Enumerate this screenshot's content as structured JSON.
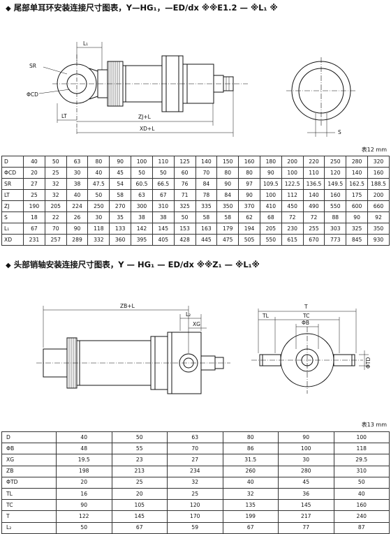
{
  "section1": {
    "bullet": "◆",
    "title": "尾部单耳环安装连接尺寸图表，Y—HG₁，—ED/dx ※※E1.2 — ※L₁ ※",
    "drawing_labels": {
      "l1": "L₁",
      "sr": "SR",
      "cd": "ΦCD",
      "lt": "LT",
      "zj": "ZJ+L",
      "xd": "XD+L",
      "s": "S"
    },
    "caption": "表12  mm",
    "table": [
      {
        "label": "D",
        "values": [
          "40",
          "50",
          "63",
          "80",
          "90",
          "100",
          "110",
          "125",
          "140",
          "150",
          "160",
          "180",
          "200",
          "220",
          "250",
          "280",
          "320"
        ]
      },
      {
        "label": "ΦCD",
        "values": [
          "20",
          "25",
          "30",
          "40",
          "45",
          "50",
          "50",
          "60",
          "70",
          "80",
          "80",
          "90",
          "100",
          "110",
          "120",
          "140",
          "160"
        ]
      },
      {
        "label": "SR",
        "values": [
          "27",
          "32",
          "38",
          "47.5",
          "54",
          "60.5",
          "66.5",
          "76",
          "84",
          "90",
          "97",
          "109.5",
          "122.5",
          "136.5",
          "149.5",
          "162.5",
          "188.5"
        ]
      },
      {
        "label": "LT",
        "values": [
          "25",
          "32",
          "40",
          "50",
          "58",
          "63",
          "67",
          "71",
          "78",
          "84",
          "90",
          "100",
          "112",
          "140",
          "160",
          "175",
          "200"
        ]
      },
      {
        "label": "ZJ",
        "values": [
          "190",
          "205",
          "224",
          "250",
          "270",
          "300",
          "310",
          "325",
          "335",
          "350",
          "370",
          "410",
          "450",
          "490",
          "550",
          "600",
          "660"
        ]
      },
      {
        "label": "S",
        "values": [
          "18",
          "22",
          "26",
          "30",
          "35",
          "38",
          "38",
          "50",
          "58",
          "58",
          "62",
          "68",
          "72",
          "72",
          "88",
          "90",
          "92"
        ]
      },
      {
        "label": "L₁",
        "values": [
          "67",
          "70",
          "90",
          "118",
          "133",
          "142",
          "145",
          "153",
          "163",
          "179",
          "194",
          "205",
          "230",
          "255",
          "303",
          "325",
          "350"
        ]
      },
      {
        "label": "XD",
        "values": [
          "231",
          "257",
          "289",
          "332",
          "360",
          "395",
          "405",
          "428",
          "445",
          "475",
          "505",
          "550",
          "615",
          "670",
          "773",
          "845",
          "930"
        ]
      }
    ]
  },
  "section2": {
    "bullet": "◆",
    "title": "头部销轴安装连接尺寸图表，Y — HG₁ — ED/dx  ※※Z₁ — ※L₁※",
    "drawing_labels": {
      "zb": "ZB+L",
      "l2": "L₂",
      "xg": "XG",
      "t": "T",
      "tl": "TL",
      "tc": "TC",
      "b": "ΦB",
      "td": "ΦTD"
    },
    "caption": "表13  mm",
    "table": [
      {
        "label": "D",
        "values": [
          "40",
          "50",
          "63",
          "80",
          "90",
          "100"
        ]
      },
      {
        "label": "ΦB",
        "values": [
          "48",
          "55",
          "70",
          "86",
          "100",
          "118"
        ]
      },
      {
        "label": "XG",
        "values": [
          "19.5",
          "23",
          "27",
          "31.5",
          "30",
          "29.5"
        ]
      },
      {
        "label": "ZB",
        "values": [
          "198",
          "213",
          "234",
          "260",
          "280",
          "310"
        ]
      },
      {
        "label": "ΦTD",
        "values": [
          "20",
          "25",
          "32",
          "40",
          "45",
          "50"
        ]
      },
      {
        "label": "TL",
        "values": [
          "16",
          "20",
          "25",
          "32",
          "36",
          "40"
        ]
      },
      {
        "label": "TC",
        "values": [
          "90",
          "105",
          "120",
          "135",
          "145",
          "160"
        ]
      },
      {
        "label": "T",
        "values": [
          "122",
          "145",
          "170",
          "199",
          "217",
          "240"
        ]
      },
      {
        "label": "L₂",
        "values": [
          "50",
          "67",
          "59",
          "67",
          "77",
          "87"
        ]
      }
    ]
  }
}
